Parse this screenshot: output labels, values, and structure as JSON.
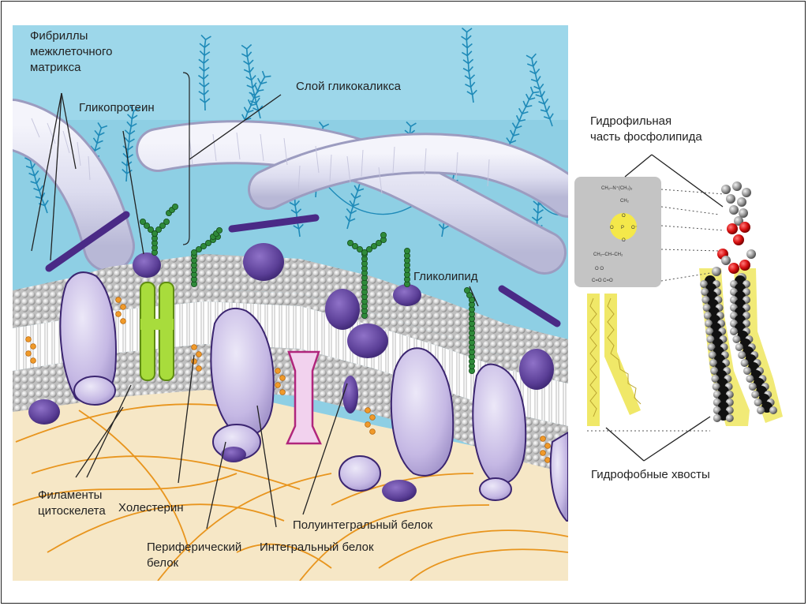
{
  "labels": {
    "ecm_fibrils": [
      "Фибриллы",
      "межклеточного",
      "матрикса"
    ],
    "glycoprotein": "Гликопротеин",
    "glycocalyx_layer": "Слой гликокаликса",
    "glycolipid": "Гликолипид",
    "cytoskeleton_filaments": [
      "Филаменты",
      "цитоскелета"
    ],
    "cholesterol": "Холестерин",
    "peripheral_protein": [
      "Периферический",
      "белок"
    ],
    "integral_protein": "Интегральный белок",
    "semi_integral_protein": "Полуинтегральный белок",
    "hydrophilic_part": [
      "Гидрофильная",
      "часть фосфолипида"
    ],
    "hydrophobic_tails": "Гидрофобные хвосты"
  },
  "phospholipid_formula": {
    "choline": "CH₂–N⁺(CH₃)₃",
    "ch2": "CH₂",
    "o_top": "O",
    "phosphate": "P",
    "o_left": "O",
    "o_right": "O⁻",
    "o_bottom": "O",
    "glycerol": "CH₂–CH–CH₂",
    "o_row": "O    O",
    "ester_row": "C=O C=O"
  },
  "colors": {
    "sky": "#8ecfe4",
    "cytoplasm": "#f6e7c6",
    "protein": "#c5b8e4",
    "protein_dark": "#5a3e96",
    "glycan_green": "#2f8a3a",
    "cholesterol_orange": "#f09a2a",
    "cholesterol_green": "#a8dc3c",
    "fibril": "#dcdcf0",
    "oxygen_red": "#d81010",
    "tail_yellow": "#f0e868"
  }
}
